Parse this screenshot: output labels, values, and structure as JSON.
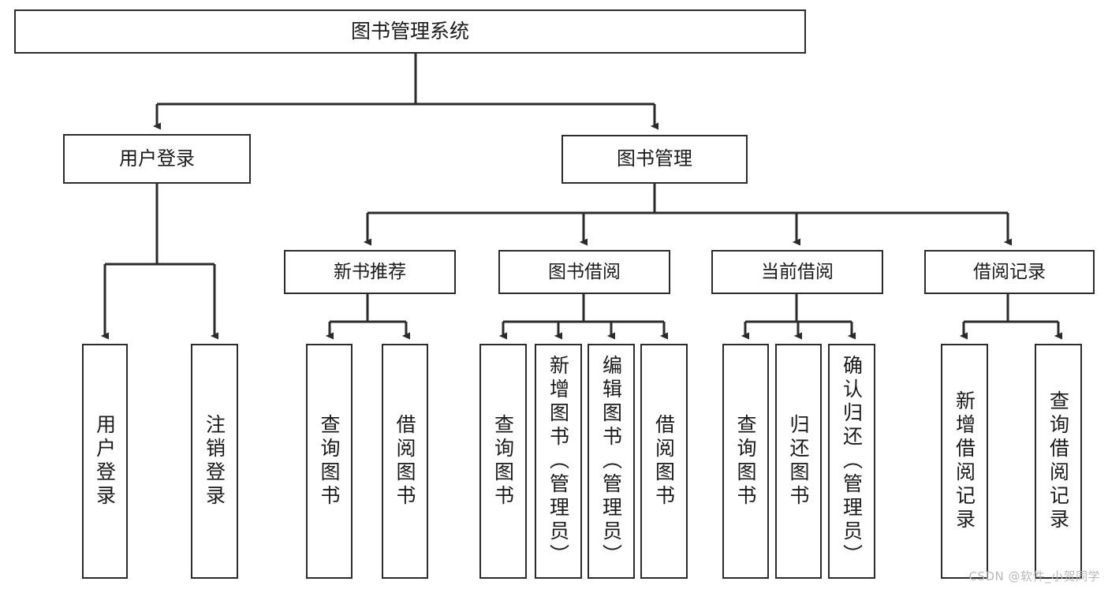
{
  "diagram": {
    "title": "图书管理系统",
    "watermark": "CSDN @软件_小贺同学",
    "colors": {
      "box_stroke": "#2b2b2b",
      "box_fill": "#ffffff",
      "connector": "#2b2b2b",
      "text": "#1a1a1a",
      "watermark": "#b9b9b9"
    },
    "root": {
      "label": "图书管理系统"
    },
    "level1": [
      {
        "label": "用户登录"
      },
      {
        "label": "图书管理"
      }
    ],
    "level2": [
      {
        "label": "新书推荐"
      },
      {
        "label": "图书借阅"
      },
      {
        "label": "当前借阅"
      },
      {
        "label": "借阅记录"
      }
    ],
    "leaves": {
      "user_login": [
        {
          "label": "用户登录"
        },
        {
          "label": "注销登录"
        }
      ],
      "new_book": [
        {
          "label": "查询图书"
        },
        {
          "label": "借阅图书"
        }
      ],
      "borrow_book": [
        {
          "label": "查询图书"
        },
        {
          "label": "新增图书（管理员）"
        },
        {
          "label": "编辑图书（管理员）"
        },
        {
          "label": "借阅图书"
        }
      ],
      "current_borrow": [
        {
          "label": "查询图书"
        },
        {
          "label": "归还图书"
        },
        {
          "label": "确认归还（管理员）"
        }
      ],
      "borrow_record": [
        {
          "label": "新增借阅记录"
        },
        {
          "label": "查询借阅记录"
        }
      ]
    }
  }
}
